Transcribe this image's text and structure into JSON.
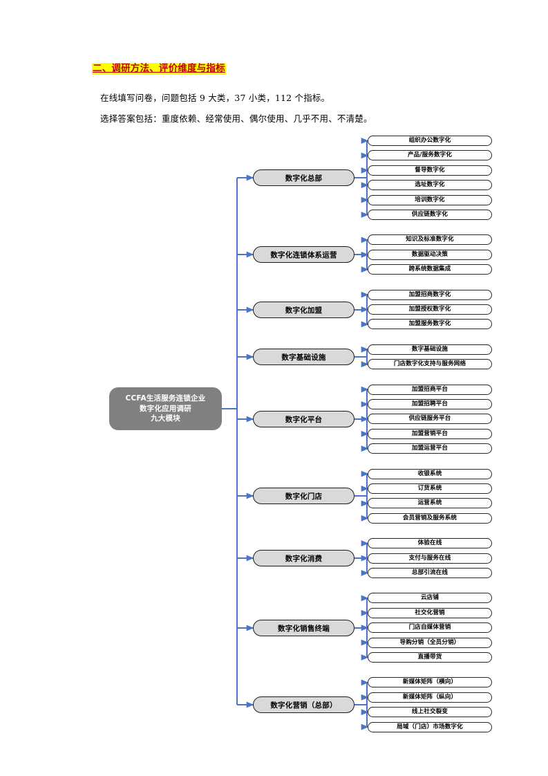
{
  "document": {
    "heading": "二、调研方法、评价维度与指标",
    "paragraphs": [
      "在线填写问卷，问题包括 9 大类，37 小类，112 个指标。",
      "选择答案包括：重度依赖、经常使用、偶尔使用、几乎不用、不清楚。"
    ]
  },
  "colors": {
    "heading_text": "#C00000",
    "heading_highlight": "#FFFF00",
    "connector": "#4A74C8",
    "root_fill": "#808080",
    "root_text": "#FFFFFF",
    "branch_fill": "#D9D9D9",
    "branch_border": "#1A1A1A",
    "leaf_fill": "#FFFFFF",
    "leaf_border": "#262626"
  },
  "diagram": {
    "type": "mindmap",
    "root": {
      "lines": [
        "CCFA生活服务连锁企业",
        "数字化应用调研",
        "九大模块"
      ]
    },
    "branches": [
      {
        "label": "数字化总部",
        "leaves": [
          "组织办公数字化",
          "产品/服务数字化",
          "督导数字化",
          "选址数字化",
          "培训数字化",
          "供应链数字化"
        ]
      },
      {
        "label": "数字化连锁体系运营",
        "leaves": [
          "知识及标准数字化",
          "数据驱动决策",
          "跨系统数据集成"
        ]
      },
      {
        "label": "数字化加盟",
        "leaves": [
          "加盟招商数字化",
          "加盟授权数字化",
          "加盟服务数字化"
        ]
      },
      {
        "label": "数字基础设施",
        "leaves": [
          "数字基础设施",
          "门店数字化支持与服务网络"
        ]
      },
      {
        "label": "数字化平台",
        "leaves": [
          "加盟招商平台",
          "加盟招聘平台",
          "供应链服务平台",
          "加盟营销平台",
          "加盟运营平台"
        ]
      },
      {
        "label": "数字化门店",
        "leaves": [
          "收银系统",
          "订货系统",
          "运营系统",
          "会员营销及服务系统"
        ]
      },
      {
        "label": "数字化消费",
        "leaves": [
          "体验在线",
          "支付与服务在线",
          "总部引流在线"
        ]
      },
      {
        "label": "数字化销售终端",
        "leaves": [
          "云店铺",
          "社交化营销",
          "门店自媒体营销",
          "导购分销（全员分销）",
          "直播带货"
        ]
      },
      {
        "label": "数字化营销（总部）",
        "leaves": [
          "新媒体矩阵（横向）",
          "新媒体矩阵（纵向）",
          "线上社交裂变",
          "局域（门店）市场数字化"
        ]
      }
    ]
  }
}
